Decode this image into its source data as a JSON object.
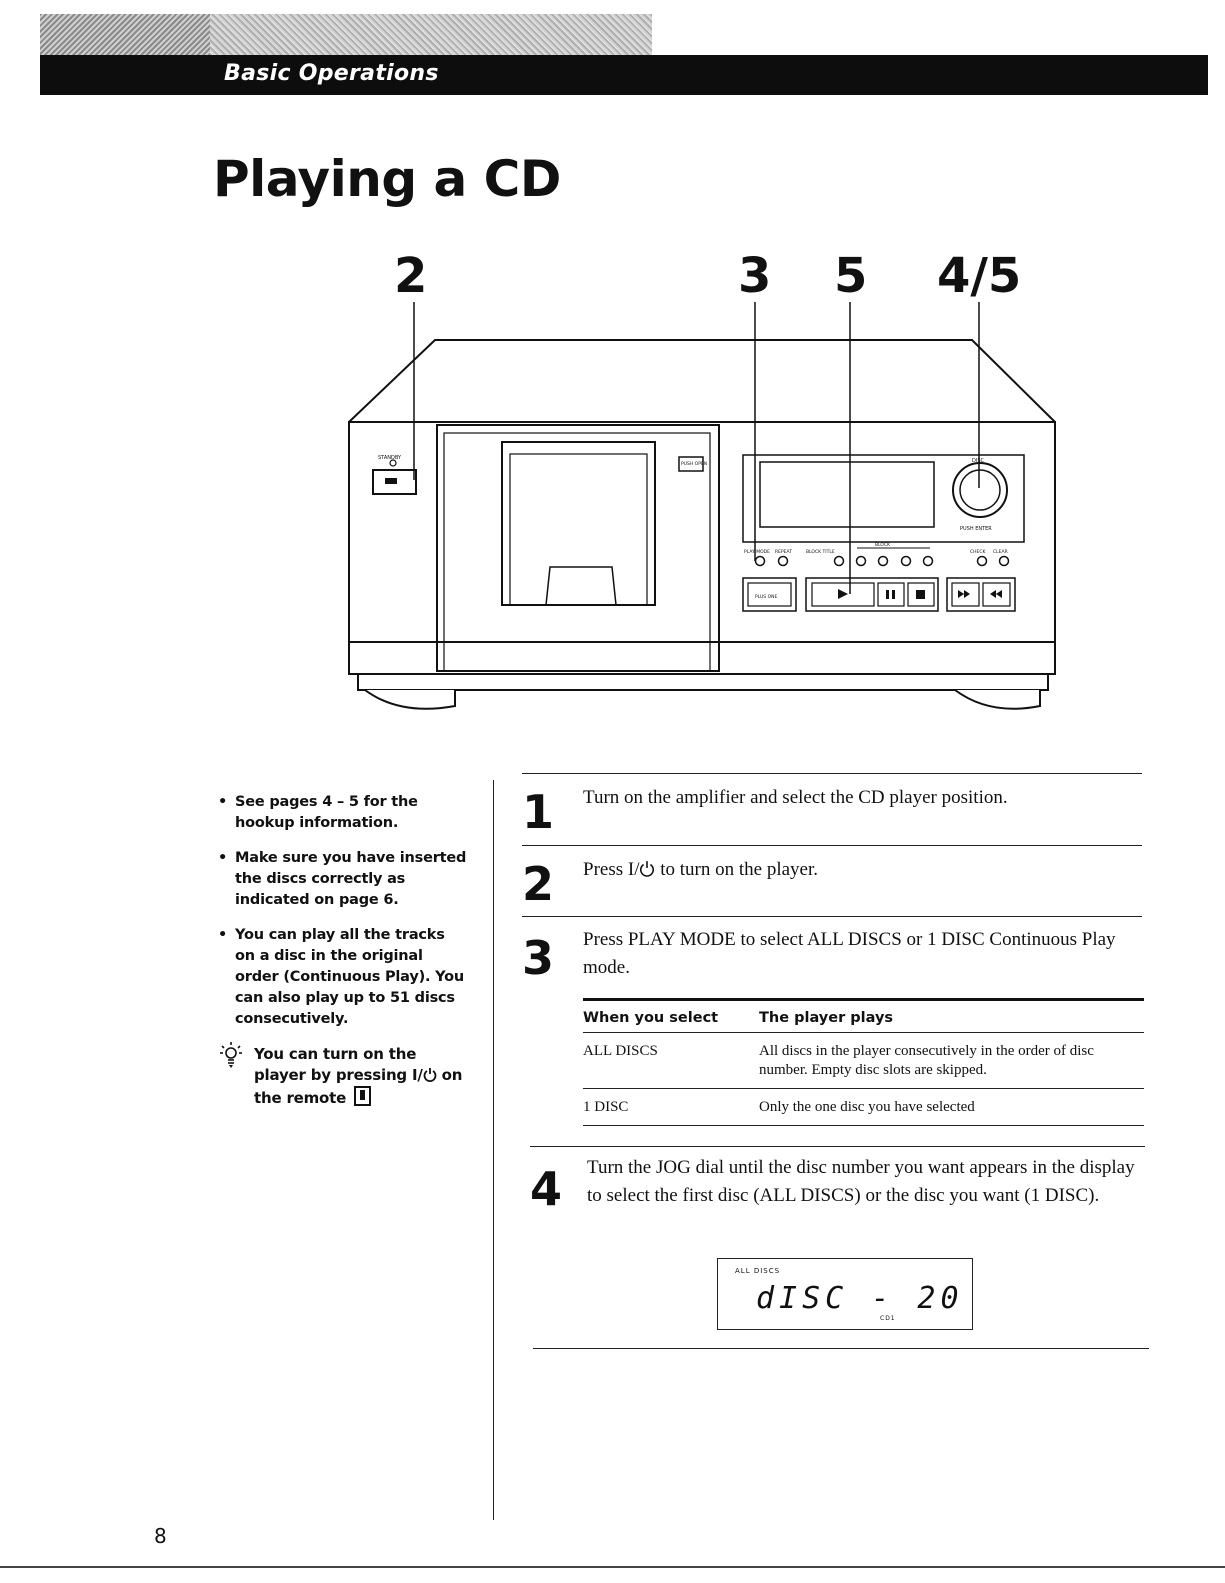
{
  "header": {
    "section": "Basic Operations",
    "title": "Playing a CD"
  },
  "figure": {
    "callouts": [
      "2",
      "3",
      "5",
      "4/5"
    ],
    "player_labels": {
      "standby": "STANDBY",
      "push_open": "PUSH OPEN",
      "push_enter": "PUSH ENTER",
      "disc": "DISC",
      "play_mode": "PLAY MODE",
      "repeat": "REPEAT",
      "block_title": "BLOCK TITLE",
      "block": "BLOCK",
      "check": "CHECK",
      "clear": "CLEAR",
      "plus_one": "PLUS ONE"
    }
  },
  "notes": {
    "items": [
      "See pages 4 – 5 for the hookup information.",
      "Make sure you have inserted the discs correctly as indicated on page 6.",
      "You can play all the tracks on a disc in the original order (Continuous Play). You can also play up to 51 discs consecutively."
    ],
    "tip_before": "You can turn on the player by pressing I/",
    "tip_after": " on the remote"
  },
  "steps": [
    {
      "num": "1",
      "text": "Turn on the amplifier and select the CD player position."
    },
    {
      "num": "2",
      "text_before": "Press I/",
      "text_after": " to turn on the player."
    },
    {
      "num": "3",
      "text": "Press PLAY MODE to select ALL DISCS or 1 DISC Continuous Play mode."
    },
    {
      "num": "4",
      "text": "Turn the JOG dial until the disc number you want appears in the display to select the first disc (ALL DISCS) or the disc you want (1 DISC)."
    }
  ],
  "table": {
    "headers": [
      "When you select",
      "The player plays"
    ],
    "rows": [
      [
        "ALL DISCS",
        "All discs in the player consecutively in the order of disc number. Empty disc slots are skipped."
      ],
      [
        "1 DISC",
        "Only the one disc you have selected"
      ]
    ]
  },
  "display": {
    "mode": "ALL DISCS",
    "readout": "dISC - 20",
    "cd": "CD1"
  },
  "page_number": "8"
}
